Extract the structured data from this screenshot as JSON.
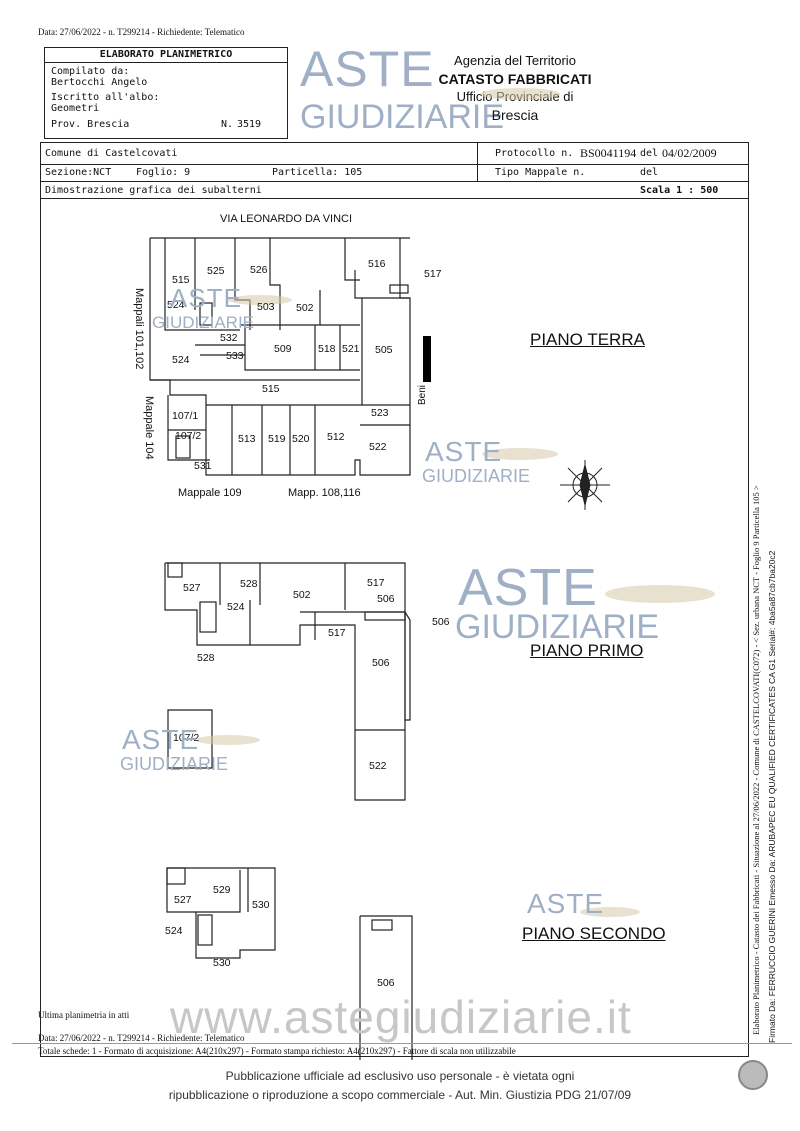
{
  "header_line": "Data: 27/06/2022 - n. T299214 - Richiedente: Telematico",
  "titlebox": {
    "title": "ELABORATO PLANIMETRICO",
    "compilato_label": "Compilato da:",
    "compilato_value": "Bertocchi Angelo",
    "iscritto_label": "Iscritto all'albo:",
    "iscritto_value": "Geometri",
    "prov_label": "Prov. Brescia",
    "n_label": "N.",
    "n_value": "3519"
  },
  "agency": {
    "line1": "Agenzia del Territorio",
    "line2": "CATASTO FABBRICATI",
    "line3": "Ufficio Provinciale di",
    "line4": "Brescia"
  },
  "info": {
    "comune": "Comune di Castelcovati",
    "protocollo_label": "Protocollo n.",
    "protocollo_value": "BS0041194",
    "del_label": "del",
    "del_value": "04/02/2009",
    "sezione": "Sezione:NCT",
    "foglio": "Foglio: 9",
    "particella": "Particella: 105",
    "tipo_mappale": "Tipo Mappale n.",
    "del2": "del",
    "dimostrazione": "Dimostrazione grafica dei subalterni",
    "scala": "Scala 1 : 500"
  },
  "watermark": {
    "aste": "ASTE",
    "giudiziarie": "GIUDIZIARIE",
    "site": "www.astegiudiziarie.it"
  },
  "plan": {
    "street": "VIA LEONARDO DA VINCI",
    "mappali_left": "Mappali 101,102",
    "mappale_104": "Mappale 104",
    "mappale_109": "Mappale 109",
    "mapp_108": "Mapp. 108,116",
    "beni": "Beni",
    "piano_terra": "PIANO TERRA",
    "piano_primo": "PIANO PRIMO",
    "piano_secondo": "PIANO SECONDO",
    "pt_labels": [
      "515",
      "525",
      "526",
      "516",
      "517",
      "524",
      "503",
      "502",
      "532",
      "524",
      "533",
      "509",
      "518",
      "521",
      "505",
      "515",
      "107/1",
      "107/2",
      "513",
      "519",
      "520",
      "512",
      "523",
      "522",
      "531"
    ],
    "pp_labels": [
      "527",
      "528",
      "502",
      "517",
      "506",
      "524",
      "517",
      "506",
      "528",
      "506",
      "107/2",
      "522"
    ],
    "ps_labels": [
      "529",
      "527",
      "530",
      "524",
      "530",
      "506"
    ]
  },
  "footer": {
    "ultima": "Ultima planimetria in atti",
    "data_line": "Data: 27/06/2022 - n. T299214 - Richiedente: Telematico",
    "totale_line": "Totale schede: 1 - Formato di acquisizione: A4(210x297) - Formato stampa richiesto: A4(210x297) - Fattore di scala non utilizzabile",
    "pub1": "Pubblicazione ufficiale ad esclusivo uso personale - è vietata ogni",
    "pub2": "ripubblicazione o riproduzione a scopo commerciale - Aut. Min. Giustizia PDG 21/07/09"
  },
  "side": {
    "line1": "Elaborato Planimetrico - Catasto dei Fabbricati - Situazione al 27/06/2022 - Comune di CASTELCOVATI(C072) - < Sez. urbana NCT - Foglio 9 Particella 105 >",
    "line2": "Firmato Da: FERRUCCIO GUERINI Emesso Da: ARUBAPEC EU QUALIFIED CERTIFICATES CA G1 Serial#: 4ba5a87cb7ba20c2"
  }
}
